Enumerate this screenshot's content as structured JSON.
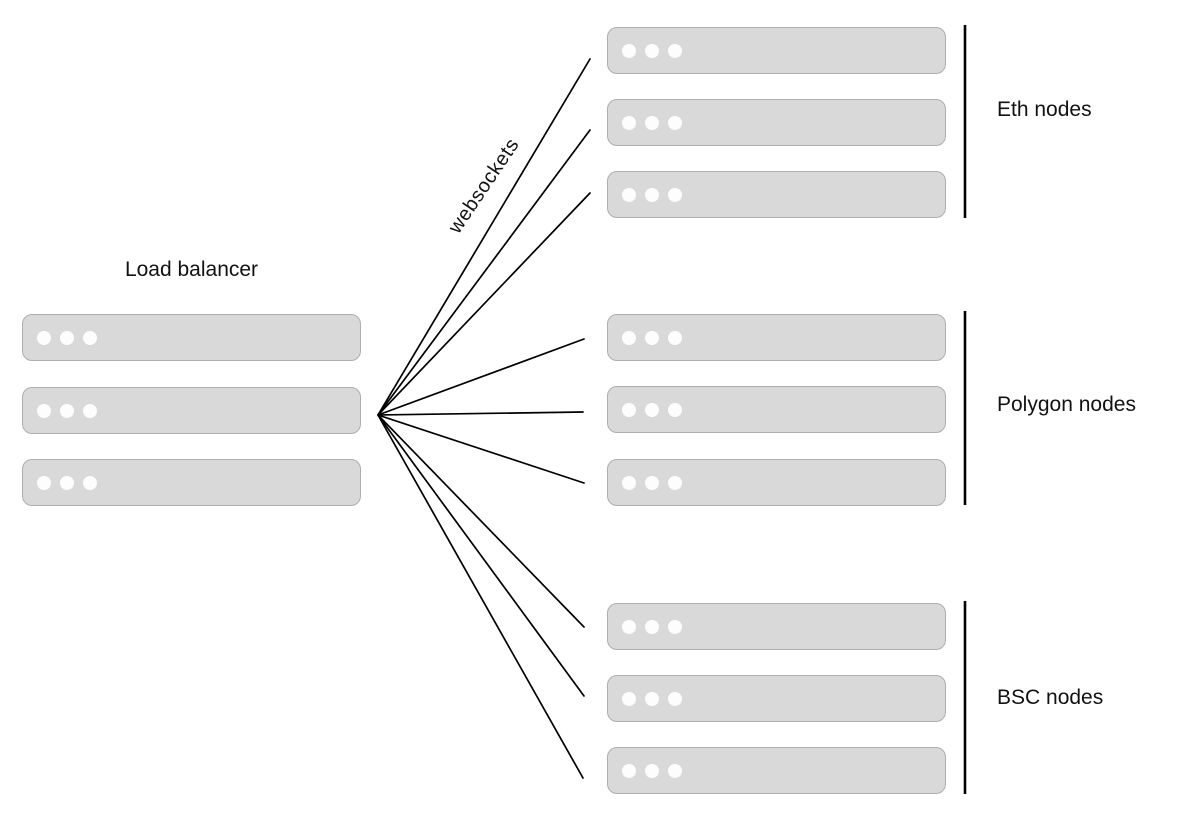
{
  "diagram": {
    "load_balancer": {
      "label": "Load balancer",
      "server_count": 3
    },
    "connection": {
      "label": "websockets",
      "line_count": 9
    },
    "groups": [
      {
        "id": "eth",
        "label": "Eth nodes",
        "server_count": 3
      },
      {
        "id": "polygon",
        "label": "Polygon nodes",
        "server_count": 3
      },
      {
        "id": "bsc",
        "label": "BSC nodes",
        "server_count": 3
      }
    ],
    "icons": {
      "server_box": "server-box",
      "server_dot": "server-dot"
    },
    "colors": {
      "background": "#ffffff",
      "server_fill": "#d9d9d9",
      "server_border": "#aeaeae",
      "server_dot": "#fdfdfd",
      "line": "#000000",
      "text": "#121212"
    }
  }
}
